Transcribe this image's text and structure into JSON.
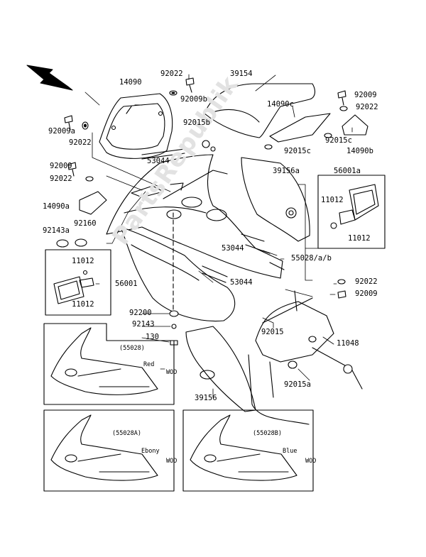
{
  "watermark": "PartsRepublik",
  "labels": {
    "p92022_top": "92022",
    "p14090": "14090",
    "p39154": "39154",
    "p92009b": "92009b",
    "p92009_tr": "92009",
    "p92022_tr": "92022",
    "p14090c": "14090c",
    "p92009a": "92009a",
    "p92022_l": "92022",
    "p92015b": "92015b",
    "p53044_top": "53044",
    "p92015c_a": "92015c",
    "p92015c_b": "92015c",
    "p14090b": "14090b",
    "p92009_l": "92009",
    "p92022_l2": "92022",
    "p39156a": "39156a",
    "p56001a": "56001a",
    "p14090a": "14090a",
    "p11012_r1": "11012",
    "p92143a": "92143a",
    "p92160": "92160",
    "p53044_mid": "53044",
    "p55028ab": "55028/a/b",
    "p11012_r2": "11012",
    "p11012_l1": "11012",
    "p56001": "56001",
    "p53044_low": "53044",
    "p92022_r": "92022",
    "p11012_l2": "11012",
    "p92009_r": "92009",
    "p92200": "92200",
    "p92143": "92143",
    "p130": "130",
    "p92015": "92015",
    "p11048": "11048",
    "p92015a": "92015a",
    "p39156": "39156"
  },
  "inset_boxes": [
    {
      "code": "(55028)",
      "color": "Red",
      "wod": "WOD"
    },
    {
      "code": "(55028A)",
      "color": "Ebony",
      "wod": "WOD"
    },
    {
      "code": "(55028B)",
      "color": "Blue",
      "wod": "WOD"
    }
  ]
}
